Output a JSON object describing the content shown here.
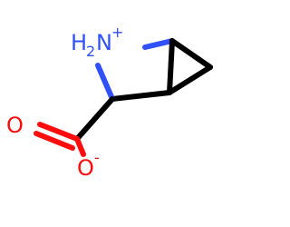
{
  "molecule": {
    "atoms": {
      "nitrogen": {
        "symbol": "N",
        "hydrogen": "H",
        "hydrogen_count": "2",
        "charge": "+",
        "color": "#3050f8"
      },
      "oxygen_carbonyl": {
        "symbol": "O",
        "color": "#ff0d0d"
      },
      "oxygen_anion": {
        "symbol": "O",
        "charge": "-",
        "color": "#ff0d0d"
      }
    },
    "bond_color": "#000000"
  }
}
